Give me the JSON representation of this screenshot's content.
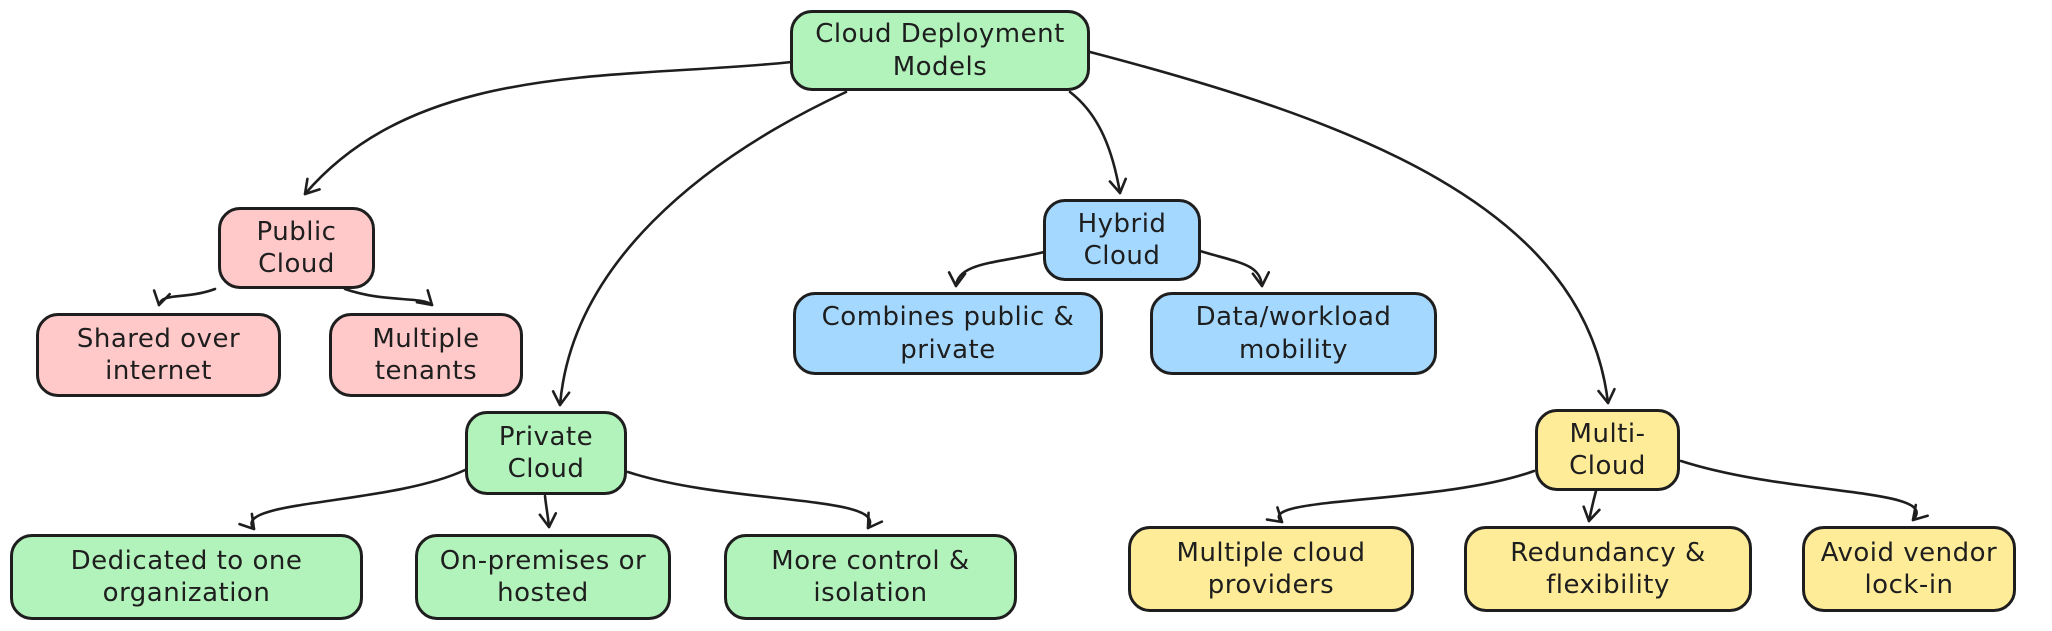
{
  "diagram": {
    "colors": {
      "green": "#b2f2bb",
      "pink": "#ffc9c9",
      "blue": "#a5d8ff",
      "yellow": "#ffec99",
      "stroke": "#1e1e1e",
      "background": "#ffffff"
    },
    "nodes": {
      "root": {
        "label": "Cloud Deployment\nModels",
        "color": "green"
      },
      "public": {
        "label": "Public\nCloud",
        "color": "pink"
      },
      "shared": {
        "label": "Shared over\ninternet",
        "color": "pink"
      },
      "tenants": {
        "label": "Multiple\ntenants",
        "color": "pink"
      },
      "hybrid": {
        "label": "Hybrid\nCloud",
        "color": "blue"
      },
      "combines": {
        "label": "Combines public &\nprivate",
        "color": "blue"
      },
      "mobility": {
        "label": "Data/workload\nmobility",
        "color": "blue"
      },
      "private": {
        "label": "Private\nCloud",
        "color": "green"
      },
      "dedicated": {
        "label": "Dedicated to one\norganization",
        "color": "green"
      },
      "onprem": {
        "label": "On-premises or\nhosted",
        "color": "green"
      },
      "control": {
        "label": "More control &\nisolation",
        "color": "green"
      },
      "multi": {
        "label": "Multi-\nCloud",
        "color": "yellow"
      },
      "providers": {
        "label": "Multiple cloud\nproviders",
        "color": "yellow"
      },
      "redundancy": {
        "label": "Redundancy &\nflexibility",
        "color": "yellow"
      },
      "vendor": {
        "label": "Avoid vendor\nlock-in",
        "color": "yellow"
      }
    },
    "edges": [
      {
        "from": "root",
        "to": "public"
      },
      {
        "from": "root",
        "to": "private"
      },
      {
        "from": "root",
        "to": "hybrid"
      },
      {
        "from": "root",
        "to": "multi"
      },
      {
        "from": "public",
        "to": "shared"
      },
      {
        "from": "public",
        "to": "tenants"
      },
      {
        "from": "hybrid",
        "to": "combines"
      },
      {
        "from": "hybrid",
        "to": "mobility"
      },
      {
        "from": "private",
        "to": "dedicated"
      },
      {
        "from": "private",
        "to": "onprem"
      },
      {
        "from": "private",
        "to": "control"
      },
      {
        "from": "multi",
        "to": "providers"
      },
      {
        "from": "multi",
        "to": "redundancy"
      },
      {
        "from": "multi",
        "to": "vendor"
      }
    ]
  }
}
